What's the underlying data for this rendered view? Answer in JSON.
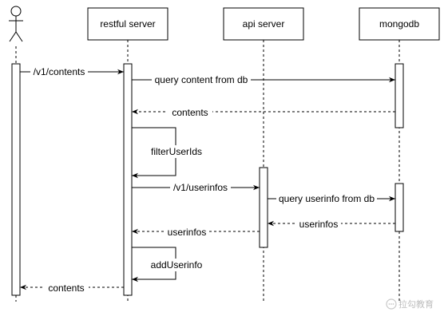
{
  "participants": [
    {
      "id": "user",
      "label": ""
    },
    {
      "id": "restful",
      "label": "restful server"
    },
    {
      "id": "api",
      "label": "api server"
    },
    {
      "id": "mongo",
      "label": "mongodb"
    }
  ],
  "messages": [
    {
      "label": "/v1/contents"
    },
    {
      "label": "query content from db"
    },
    {
      "label": "contents"
    },
    {
      "label": "filterUserIds"
    },
    {
      "label": "/v1/userinfos"
    },
    {
      "label": "query userinfo from db"
    },
    {
      "label": "userinfos"
    },
    {
      "label": "userinfos"
    },
    {
      "label": "addUserinfo"
    },
    {
      "label": "contents"
    }
  ],
  "watermark": {
    "icon": "chat-bubble-icon",
    "text": "拉勾教育"
  }
}
